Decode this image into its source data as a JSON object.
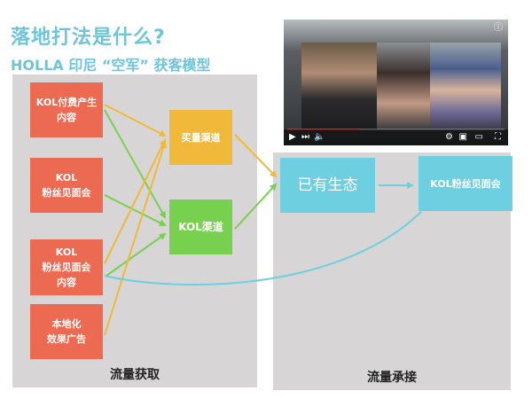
{
  "header": {
    "title": "落地打法是什么?",
    "subtitle": "HOLLA 印尼 “空军” 获客模型"
  },
  "panels": {
    "acquisition": {
      "label": "流量获取"
    },
    "retention": {
      "label": "流量承接"
    }
  },
  "nodes": {
    "source_paid_content": "KOL付费产生\n内容",
    "source_fan_meetup": "KOL\n粉丝见面会",
    "source_fan_meetup_content": "KOL\n粉丝见面会\n内容",
    "source_local_ads": "本地化\n效果广告",
    "channel_paid": "买量渠道",
    "channel_kol": "KOL渠道",
    "existing_ecosystem": "已有生态",
    "kol_fan_meetup": "KOL粉丝见面会"
  },
  "colors": {
    "title": "#6cc5d8",
    "source": "#ec6a51",
    "paid_channel": "#f0b93a",
    "kol_channel": "#78d04f",
    "ecosystem": "#6dcfe0",
    "panel": "#d7d5d6"
  },
  "video": {
    "icons": [
      "play-icon",
      "next-icon",
      "volume-icon",
      "settings-icon",
      "miniplayer-icon",
      "theater-icon",
      "fullscreen-icon",
      "info-icon"
    ],
    "progress_percent": 33
  },
  "edges": [
    {
      "from": "source_paid_content",
      "to": "channel_paid",
      "color": "yellow"
    },
    {
      "from": "source_paid_content",
      "to": "channel_kol",
      "color": "green"
    },
    {
      "from": "source_fan_meetup",
      "to": "channel_kol",
      "color": "green"
    },
    {
      "from": "source_fan_meetup_content",
      "to": "channel_paid",
      "color": "yellow"
    },
    {
      "from": "source_fan_meetup_content",
      "to": "channel_kol",
      "color": "green"
    },
    {
      "from": "source_fan_meetup_content",
      "to": "kol_fan_meetup",
      "color": "cyan"
    },
    {
      "from": "source_local_ads",
      "to": "channel_paid",
      "color": "yellow"
    },
    {
      "from": "channel_paid",
      "to": "existing_ecosystem",
      "color": "yellow"
    },
    {
      "from": "channel_kol",
      "to": "existing_ecosystem",
      "color": "green"
    },
    {
      "from": "existing_ecosystem",
      "to": "kol_fan_meetup",
      "color": "cyan"
    }
  ]
}
